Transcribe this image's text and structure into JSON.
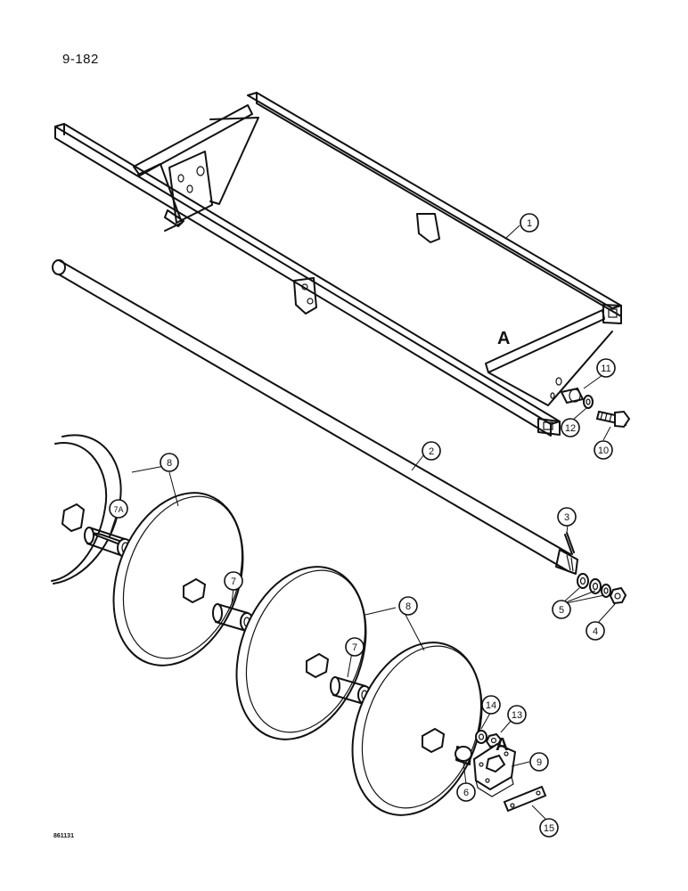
{
  "page": {
    "number": "9-182",
    "figure_code": "861131"
  },
  "view_labels": [
    "A",
    "A"
  ],
  "callouts": {
    "c1": "1",
    "c2": "2",
    "c3": "3",
    "c4": "4",
    "c5": "5",
    "c6": "6",
    "c7a": "7",
    "c7b": "7",
    "c7A": "7A",
    "c8a": "8",
    "c8b": "8",
    "c9": "9",
    "c10": "10",
    "c11": "11",
    "c12": "12",
    "c13": "13",
    "c14": "14",
    "c15": "15"
  }
}
